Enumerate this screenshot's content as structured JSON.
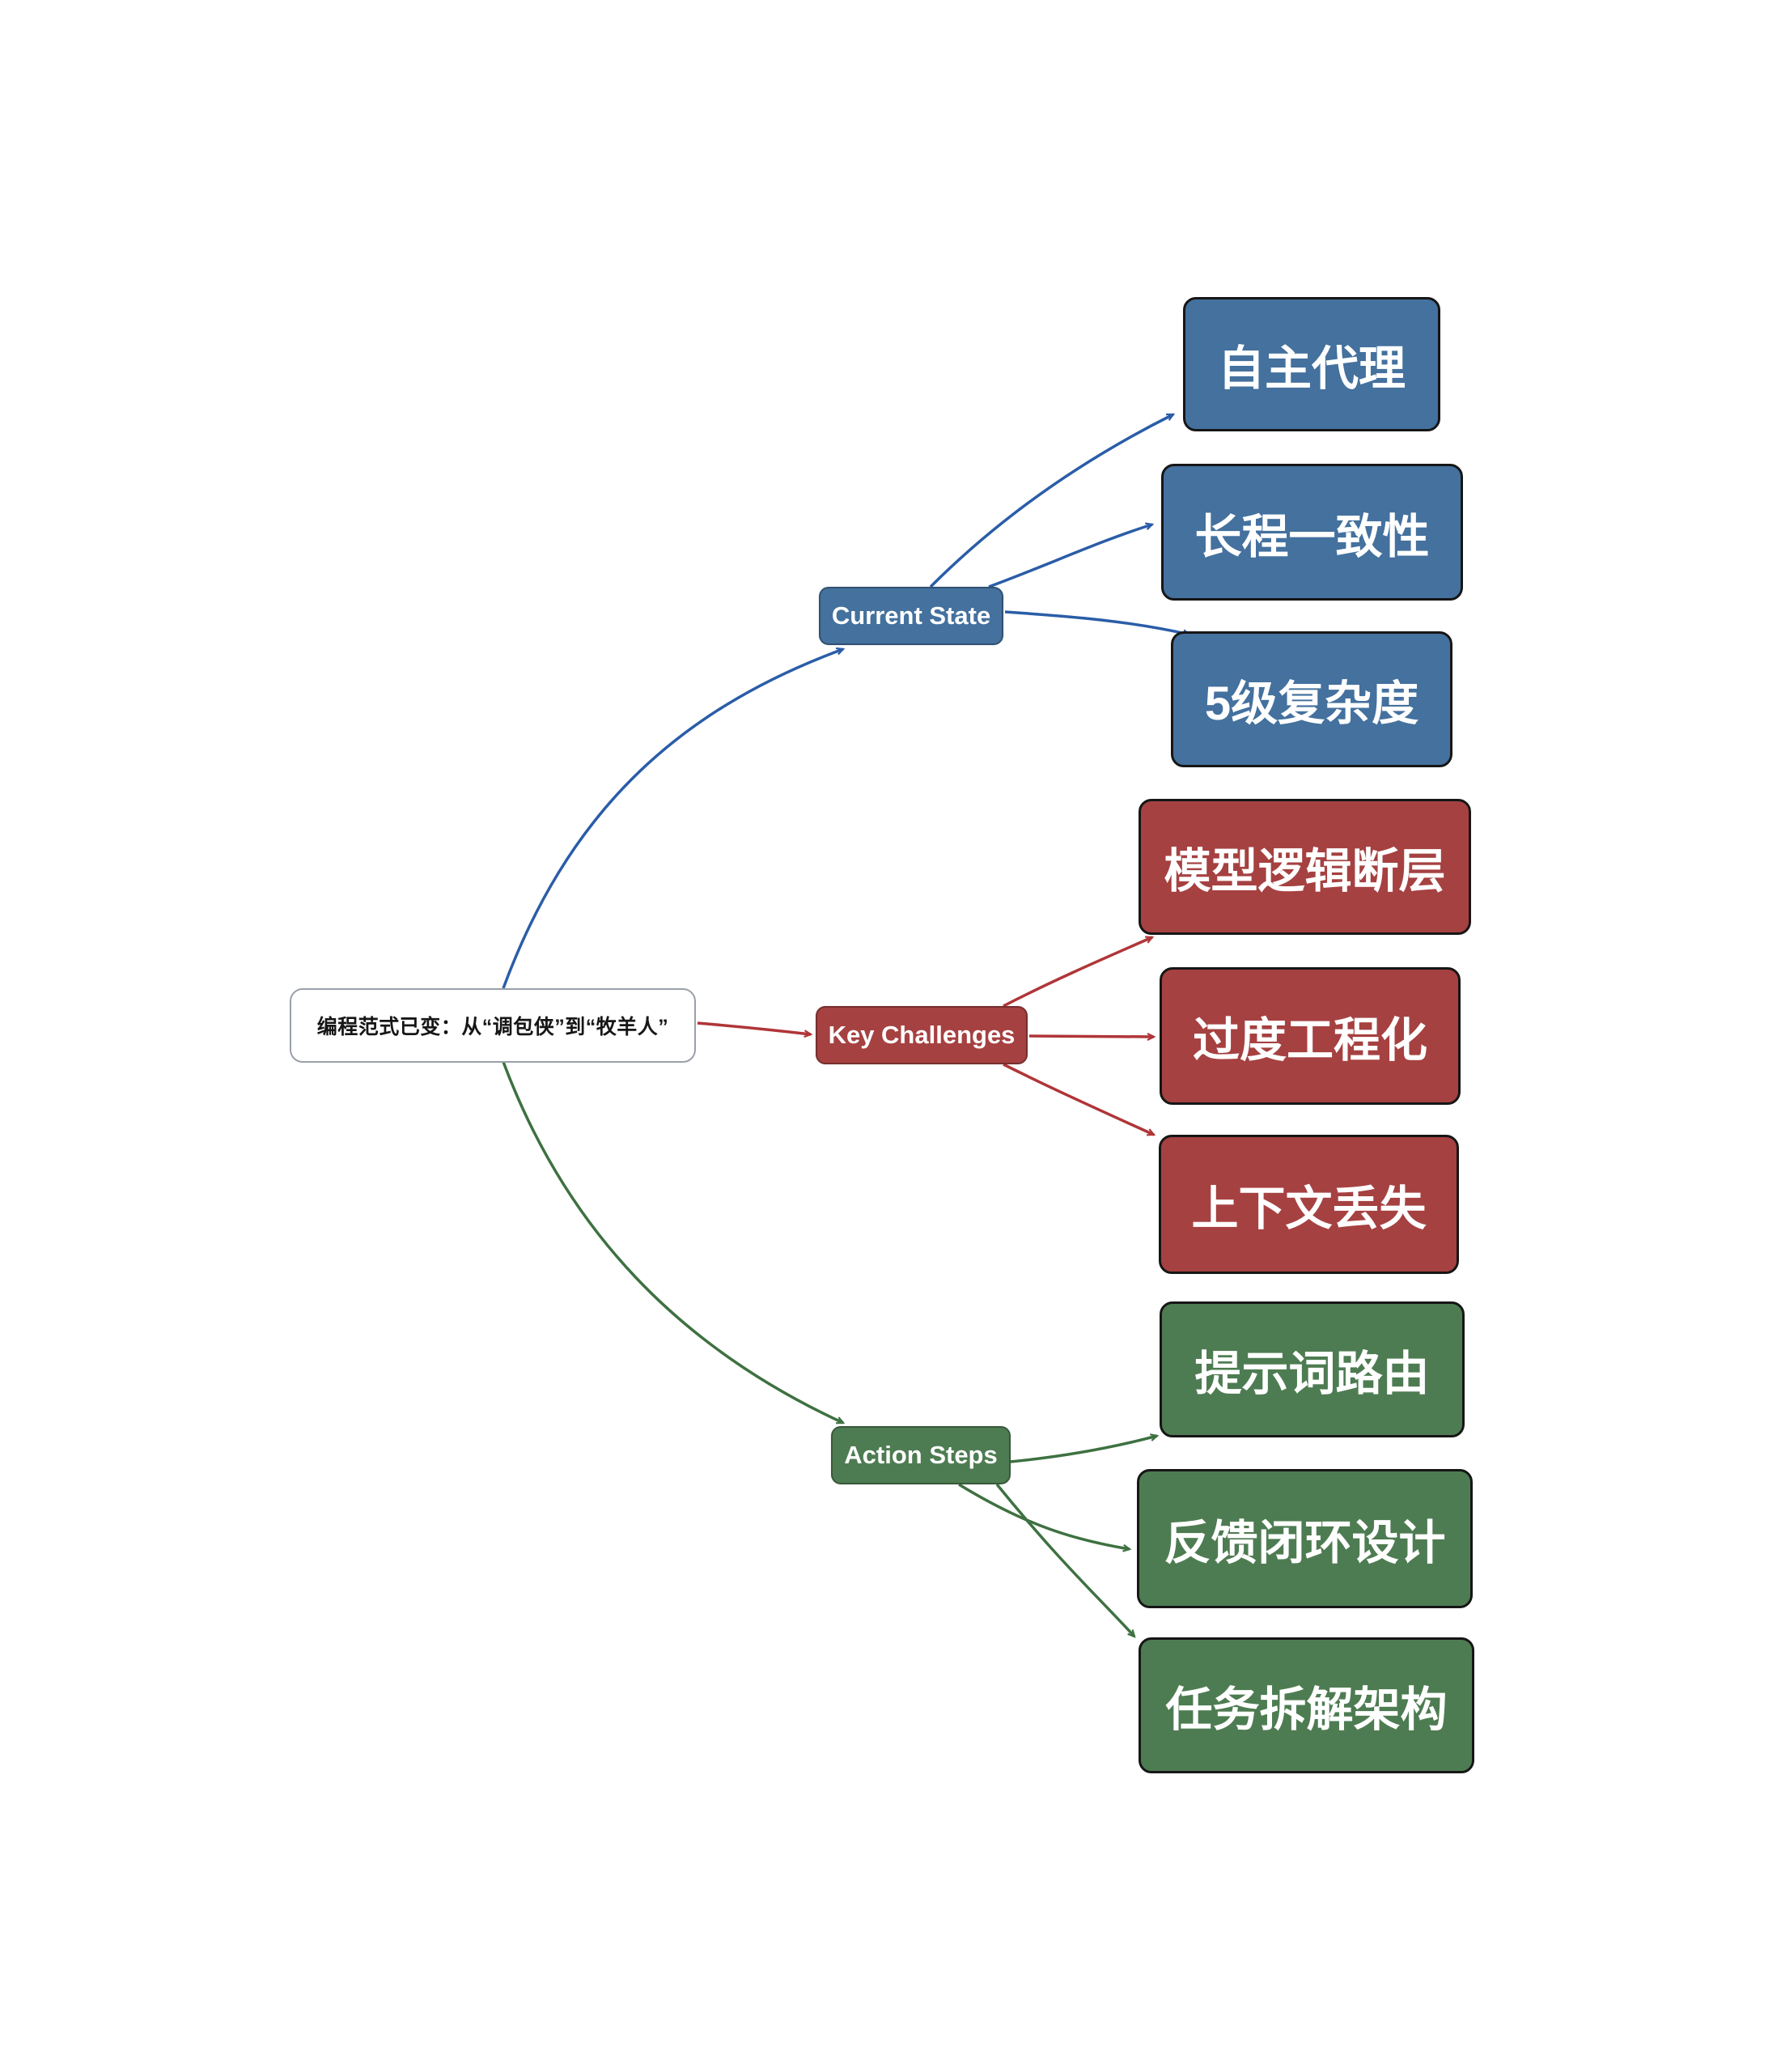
{
  "diagram": {
    "root": {
      "label": "编程范式已变：从“调包侠”到“牧羊人”"
    },
    "branches": [
      {
        "label": "Current State",
        "fill": "#44719E",
        "edge_color": "#2A5DA8",
        "children": [
          {
            "label": "自主代理"
          },
          {
            "label": "长程一致性"
          },
          {
            "label": "5级复杂度"
          }
        ]
      },
      {
        "label": "Key Challenges",
        "fill": "#A64141",
        "edge_color": "#B03538",
        "children": [
          {
            "label": "模型逻辑断层"
          },
          {
            "label": "过度工程化"
          },
          {
            "label": "上下文丢失"
          }
        ]
      },
      {
        "label": "Action Steps",
        "fill": "#4E7C52",
        "edge_color": "#3E7141",
        "children": [
          {
            "label": "提示词路由"
          },
          {
            "label": "反馈闭环设计"
          },
          {
            "label": "任务拆解架构"
          }
        ]
      }
    ],
    "leaf_fills": [
      "#44719E",
      "#A64141",
      "#4E7C52"
    ],
    "canvas_background": "#FFFFFF"
  }
}
